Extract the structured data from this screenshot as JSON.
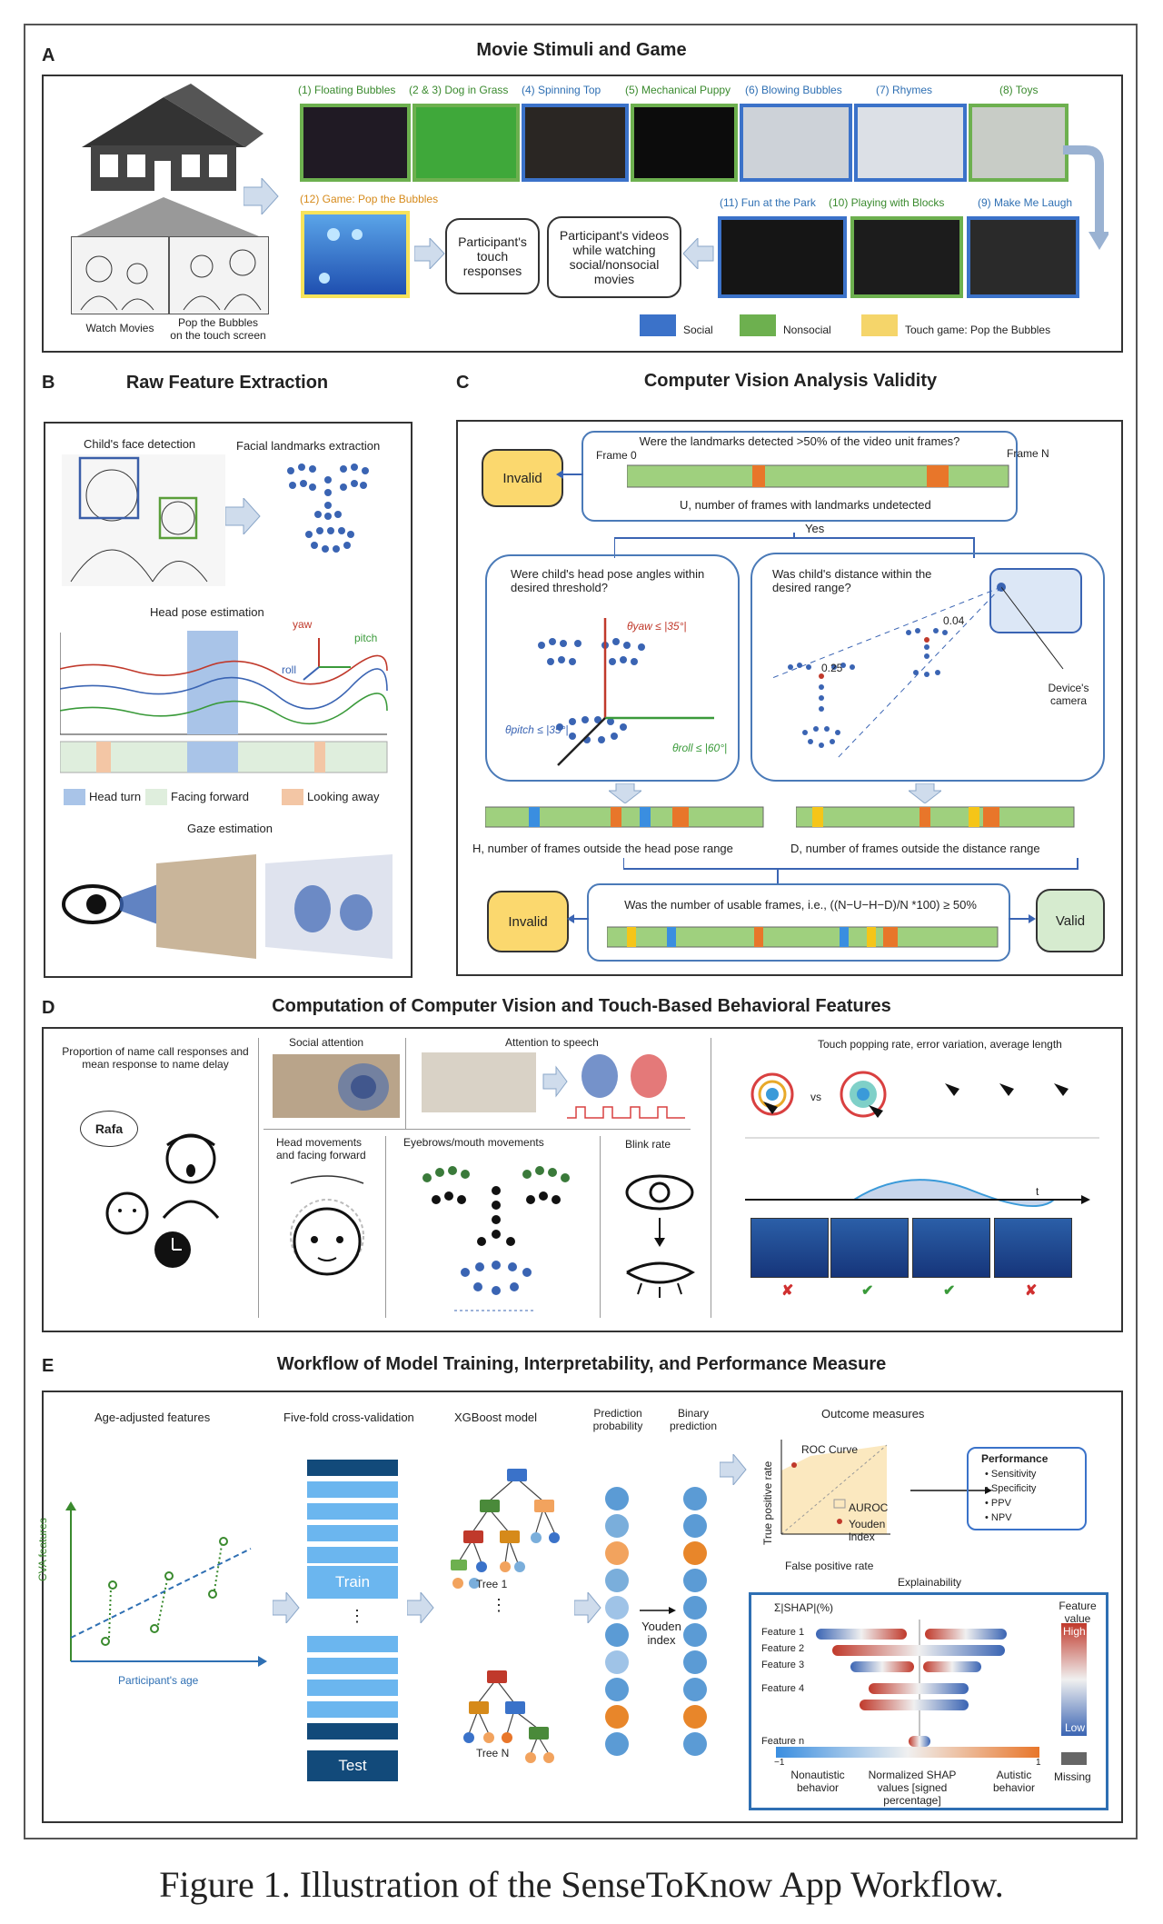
{
  "panelA": {
    "label": "A",
    "title": "Movie Stimuli and Game",
    "watch_movies": "Watch Movies",
    "pop_bubbles_screen": "Pop the Bubbles\non the touch screen",
    "movies": [
      {
        "label": "(1) Floating Bubbles",
        "type": "nonsocial"
      },
      {
        "label": "(2 & 3) Dog in Grass",
        "type": "nonsocial"
      },
      {
        "label": "(4) Spinning Top",
        "type": "social"
      },
      {
        "label": "(5) Mechanical Puppy",
        "type": "nonsocial"
      },
      {
        "label": "(6) Blowing Bubbles",
        "type": "social"
      },
      {
        "label": "(7) Rhymes",
        "type": "social"
      },
      {
        "label": "(8) Toys",
        "type": "nonsocial"
      }
    ],
    "movies_row2": [
      {
        "label": "(11) Fun at the Park",
        "type": "social"
      },
      {
        "label": "(10) Playing with Blocks",
        "type": "nonsocial"
      },
      {
        "label": "(9) Make Me Laugh",
        "type": "social"
      }
    ],
    "game_label": "(12) Game: Pop the Bubbles",
    "touch_box": "Participant's touch responses",
    "videos_box": "Participant's videos while watching social/nonsocial movies",
    "legend": [
      {
        "label": "Social",
        "color": "#3b72c9"
      },
      {
        "label": "Nonsocial",
        "color": "#6db04f"
      },
      {
        "label": "Touch game: Pop the Bubbles",
        "color": "#f5d56a"
      }
    ]
  },
  "panelB": {
    "label": "B",
    "title": "Raw Feature Extraction",
    "face_detection": "Child's face detection",
    "landmarks": "Facial landmarks extraction",
    "head_pose": "Head pose estimation",
    "axes": {
      "yaw": "yaw",
      "pitch": "pitch",
      "roll": "roll"
    },
    "legend": [
      {
        "label": "Head turn",
        "color": "#a9c4e8"
      },
      {
        "label": "Facing forward",
        "color": "#dfeedd"
      },
      {
        "label": "Looking away",
        "color": "#f3c6a5"
      }
    ],
    "gaze": "Gaze estimation"
  },
  "panelC": {
    "label": "C",
    "title": "Computer Vision Analysis Validity",
    "q1": "Were the landmarks detected >50% of the video unit frames?",
    "frame0": "Frame 0",
    "frameN": "Frame N",
    "u_label": "U, number of frames with landmarks undetected",
    "invalid": "Invalid",
    "yes": "Yes",
    "q2": "Were child's head pose angles within desired threshold?",
    "q3": "Was child's distance within the desired range?",
    "yaw_th": "θyaw ≤ |35°|",
    "pitch_th": "θpitch ≤ |35°|",
    "roll_th": "θroll ≤ |60°|",
    "d1": "0.25",
    "d2": "0.04",
    "camera": "Device's camera",
    "h_label": "H, number of frames outside the head pose range",
    "d_label": "D, number of frames outside the distance range",
    "q4": "Was the number of usable frames, i.e., ((N−U−H−D)/N *100) ≥ 50%",
    "invalid2": "Invalid",
    "valid": "Valid"
  },
  "panelD": {
    "label": "D",
    "title": "Computation of Computer Vision and Touch-Based Behavioral Features",
    "name_call": "Proportion of name call responses and mean response to name delay",
    "rafa": "Rafa",
    "social_attention": "Social attention",
    "attention_speech": "Attention to speech",
    "head_movements": "Head movements and facing forward",
    "eyebrows": "Eyebrows/mouth movements",
    "blink": "Blink rate",
    "touch": "Touch popping rate, error variation, average length",
    "vs": "vs",
    "t": "t",
    "marks": [
      "✘",
      "✔",
      "✔",
      "✘"
    ]
  },
  "panelE": {
    "label": "E",
    "title": "Workflow of Model Training, Interpretability, and Performance Measure",
    "age_adjusted": "Age-adjusted features",
    "cva_features": "CVA features",
    "participant_age": "Participant's age",
    "cross_val": "Five-fold cross-validation",
    "train": "Train",
    "test": "Test",
    "xgboost": "XGBoost model",
    "tree1": "Tree 1",
    "treeN": "Tree N",
    "pred_prob": "Prediction probability",
    "binary_pred": "Binary prediction",
    "youden": "Youden index",
    "outcome": "Outcome measures",
    "roc": "ROC Curve",
    "tpr": "True positive rate",
    "fpr": "False positive rate",
    "auroc": "AUROC",
    "youden_idx": "Youden index",
    "performance": "Performance",
    "perf_items": [
      "Sensitivity",
      "Specificity",
      "PPV",
      "NPV"
    ],
    "explainability": "Explainability",
    "shap_title": "Σ|SHAP|(%)",
    "features": [
      "Feature 1",
      "Feature 2",
      "Feature 3",
      "Feature 4",
      "Feature n"
    ],
    "feature_value": "Feature value",
    "high": "High",
    "low": "Low",
    "missing": "Missing",
    "nonautistic": "Nonautistic behavior",
    "normalized": "Normalized SHAP values [signed percentage]",
    "autistic": "Autistic behavior",
    "neg1": "−1",
    "pos1": "1",
    "pred_colors": [
      "#5b9bd5",
      "#7aaedb",
      "#f2a35e",
      "#7aaedb",
      "#9fc3e7",
      "#5b9bd5",
      "#9fc3e7",
      "#5b9bd5",
      "#e8862a",
      "#5b9bd5"
    ],
    "bin_colors": [
      "#5b9bd5",
      "#5b9bd5",
      "#e8862a",
      "#5b9bd5",
      "#5b9bd5",
      "#5b9bd5",
      "#5b9bd5",
      "#5b9bd5",
      "#e8862a",
      "#5b9bd5"
    ]
  },
  "caption": "Figure 1.  Illustration of the SenseToKnow App Workflow."
}
